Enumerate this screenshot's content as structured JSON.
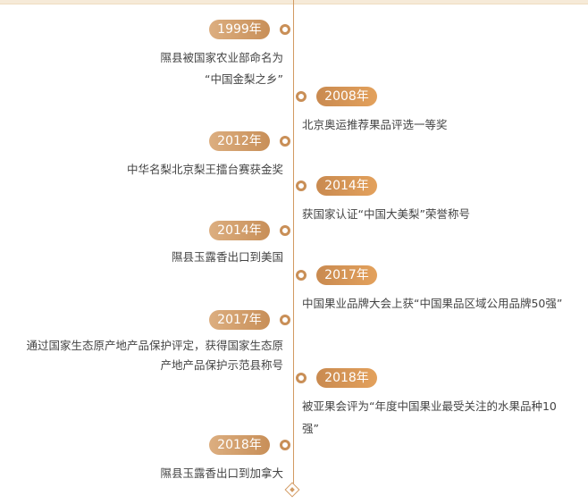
{
  "events": [
    {
      "year": "1999年",
      "text": "隰县被国家农业部命名为",
      "text2": "“中国金梨之乡”"
    },
    {
      "year": "2008年",
      "text": "北京奥运推荐果品评选一等奖"
    },
    {
      "year": "2012年",
      "text": "中华名梨北京梨王擂台赛获金奖"
    },
    {
      "year": "2014年",
      "text": "获国家认证“中国大美梨”荣誉称号"
    },
    {
      "year": "2014年",
      "text": "隰县玉露香出口到美国"
    },
    {
      "year": "2017年",
      "text": "中国果业品牌大会上获“中国果品区域公用品牌50强”"
    },
    {
      "year": "2017年",
      "text": "通过国家生态原产地产品保护评定，获得国家生态原",
      "text2": "产地产品保护示范县称号"
    },
    {
      "year": "2018年",
      "text": "被亚果会评为“年度中国果业最受关注的水果品种10",
      "text2": "强”"
    },
    {
      "year": "2018年",
      "text": "隰县玉露香出口到加拿大"
    }
  ]
}
